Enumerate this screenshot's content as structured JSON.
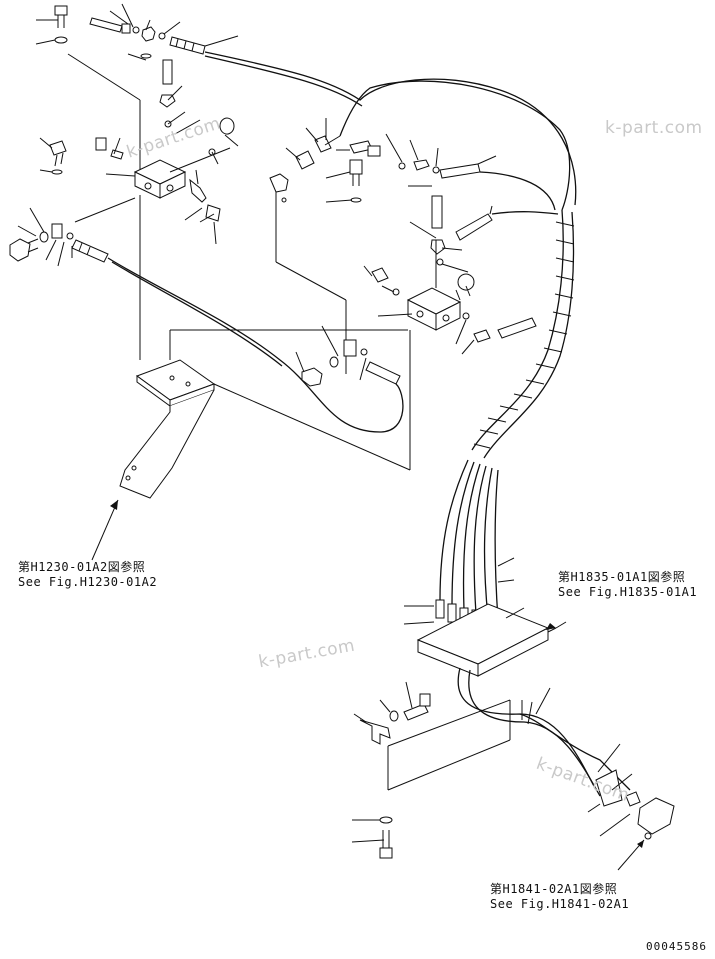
{
  "references": [
    {
      "jp": "第H1230-01A2図参照",
      "en": "See Fig.H1230-01A2"
    },
    {
      "jp": "第H1835-01A1図参照",
      "en": "See Fig.H1835-01A1"
    },
    {
      "jp": "第H1841-02A1図参照",
      "en": "See Fig.H1841-02A1"
    }
  ],
  "watermarks": [
    "k-part.com",
    "k-part.com",
    "k-part.com",
    "k-part.com"
  ],
  "drawing_number": "00045586"
}
